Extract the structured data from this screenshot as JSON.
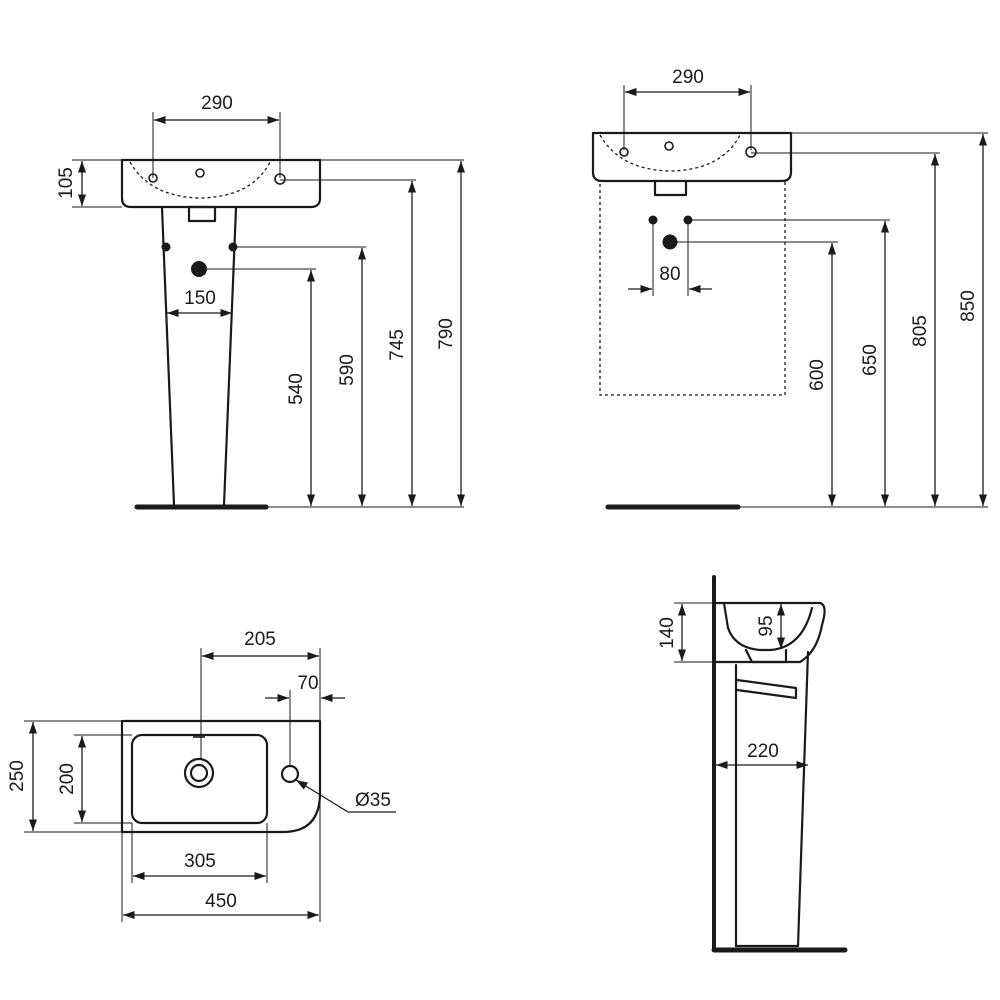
{
  "views": {
    "front_pedestal": {
      "width_top": "290",
      "bowl_depth": "105",
      "hole_spacing": "150",
      "waste_height": "540",
      "supply_height": "590",
      "rim_inner_height": "745",
      "rim_height": "790"
    },
    "front_wall": {
      "width_top": "290",
      "supply_spacing": "80",
      "waste_height": "600",
      "supply_height": "650",
      "rim_inner_height": "805",
      "rim_height": "850"
    },
    "top_view": {
      "overall_width": "450",
      "bowl_width": "305",
      "overall_depth": "250",
      "bowl_depth": "200",
      "waste_offset": "205",
      "tap_offset": "70",
      "tap_hole_diameter": "Ø35"
    },
    "side_view": {
      "rim_depth": "140",
      "bowl_depth": "95",
      "projection": "220"
    }
  }
}
